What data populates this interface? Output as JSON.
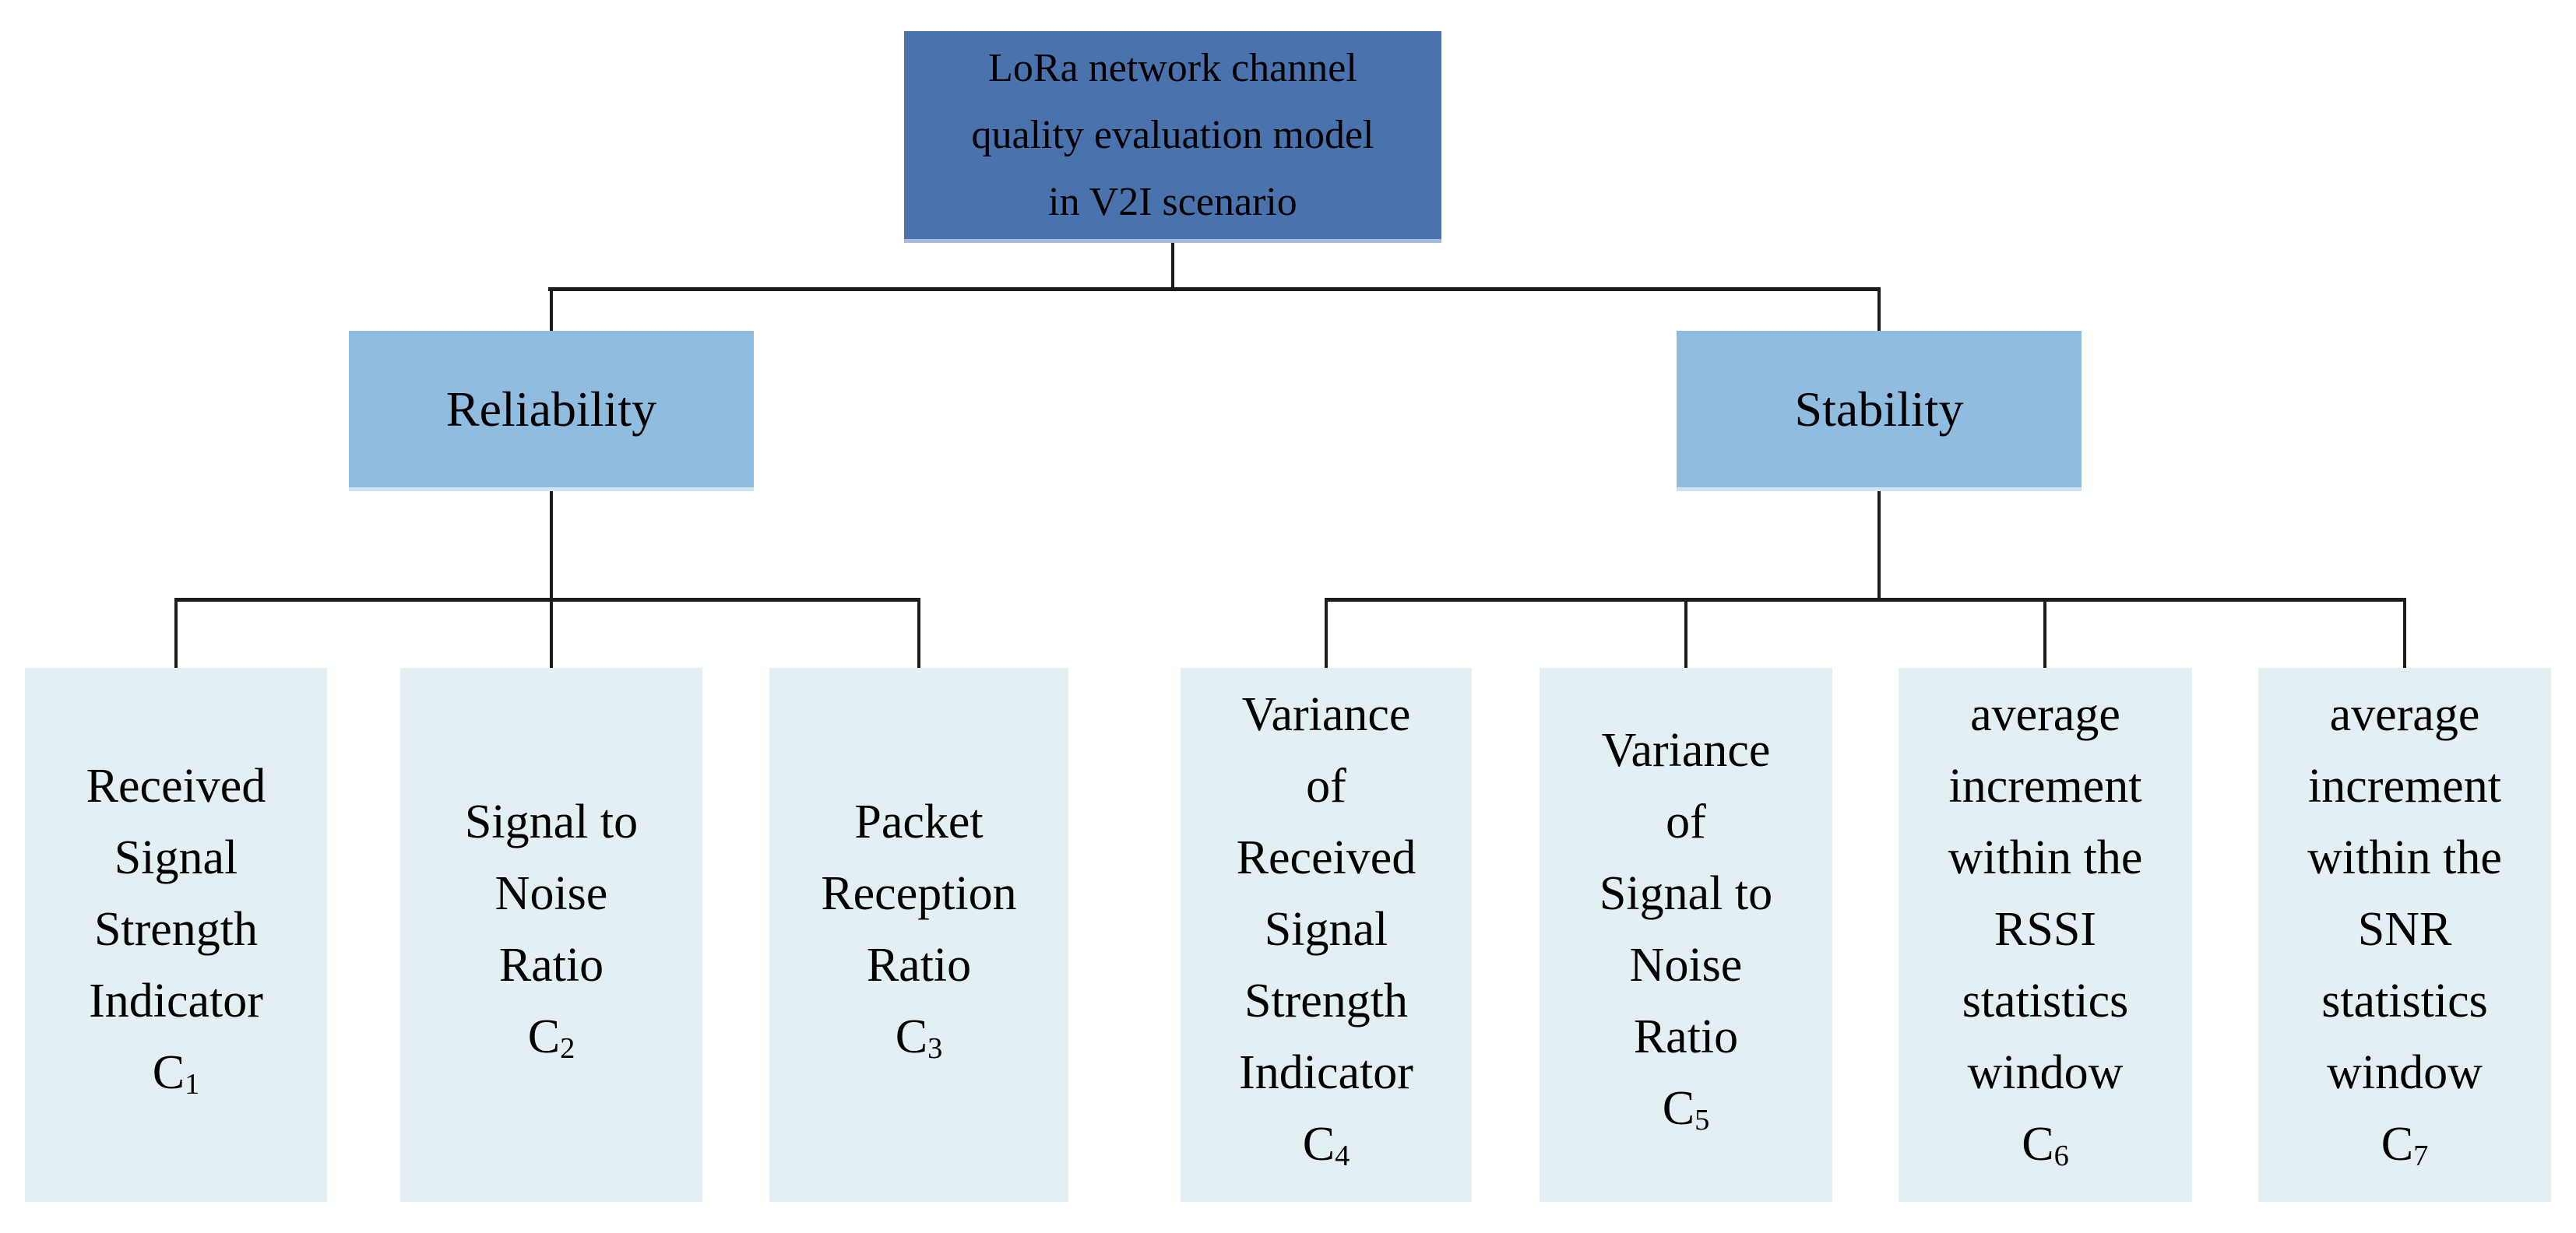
{
  "colors": {
    "root-fill": "#4a73ae",
    "root-edge": "#a3bbdd",
    "branch-fill": "#8fbcdf",
    "branch-edge": "#cfe3f2",
    "leaf-fill": "#e3eff2",
    "line": "#1c1c1c",
    "text": "#000000"
  },
  "root": {
    "label": "LoRa network channel\nquality evaluation model\nin V2I scenario"
  },
  "branches": [
    {
      "label": "Reliability"
    },
    {
      "label": "Stability"
    }
  ],
  "leaves": [
    {
      "text": "Received\nSignal\nStrength\nIndicator",
      "code": "C",
      "code_sub": "1"
    },
    {
      "text": "Signal to\nNoise\nRatio",
      "code": "C",
      "code_sub": "2"
    },
    {
      "text": "Packet\nReception\nRatio",
      "code": "C",
      "code_sub": "3"
    },
    {
      "text": "Variance\nof\nReceived\nSignal\nStrength\nIndicator",
      "code": "C",
      "code_sub": "4"
    },
    {
      "text": "Variance\nof\nSignal to\nNoise\nRatio",
      "code": "C",
      "code_sub": "5"
    },
    {
      "text": "average\nincrement\nwithin the\nRSSI\nstatistics\nwindow",
      "code": "C",
      "code_sub": "6"
    },
    {
      "text": "average\nincrement\nwithin the\nSNR\nstatistics\nwindow",
      "code": "C",
      "code_sub": "7"
    }
  ]
}
